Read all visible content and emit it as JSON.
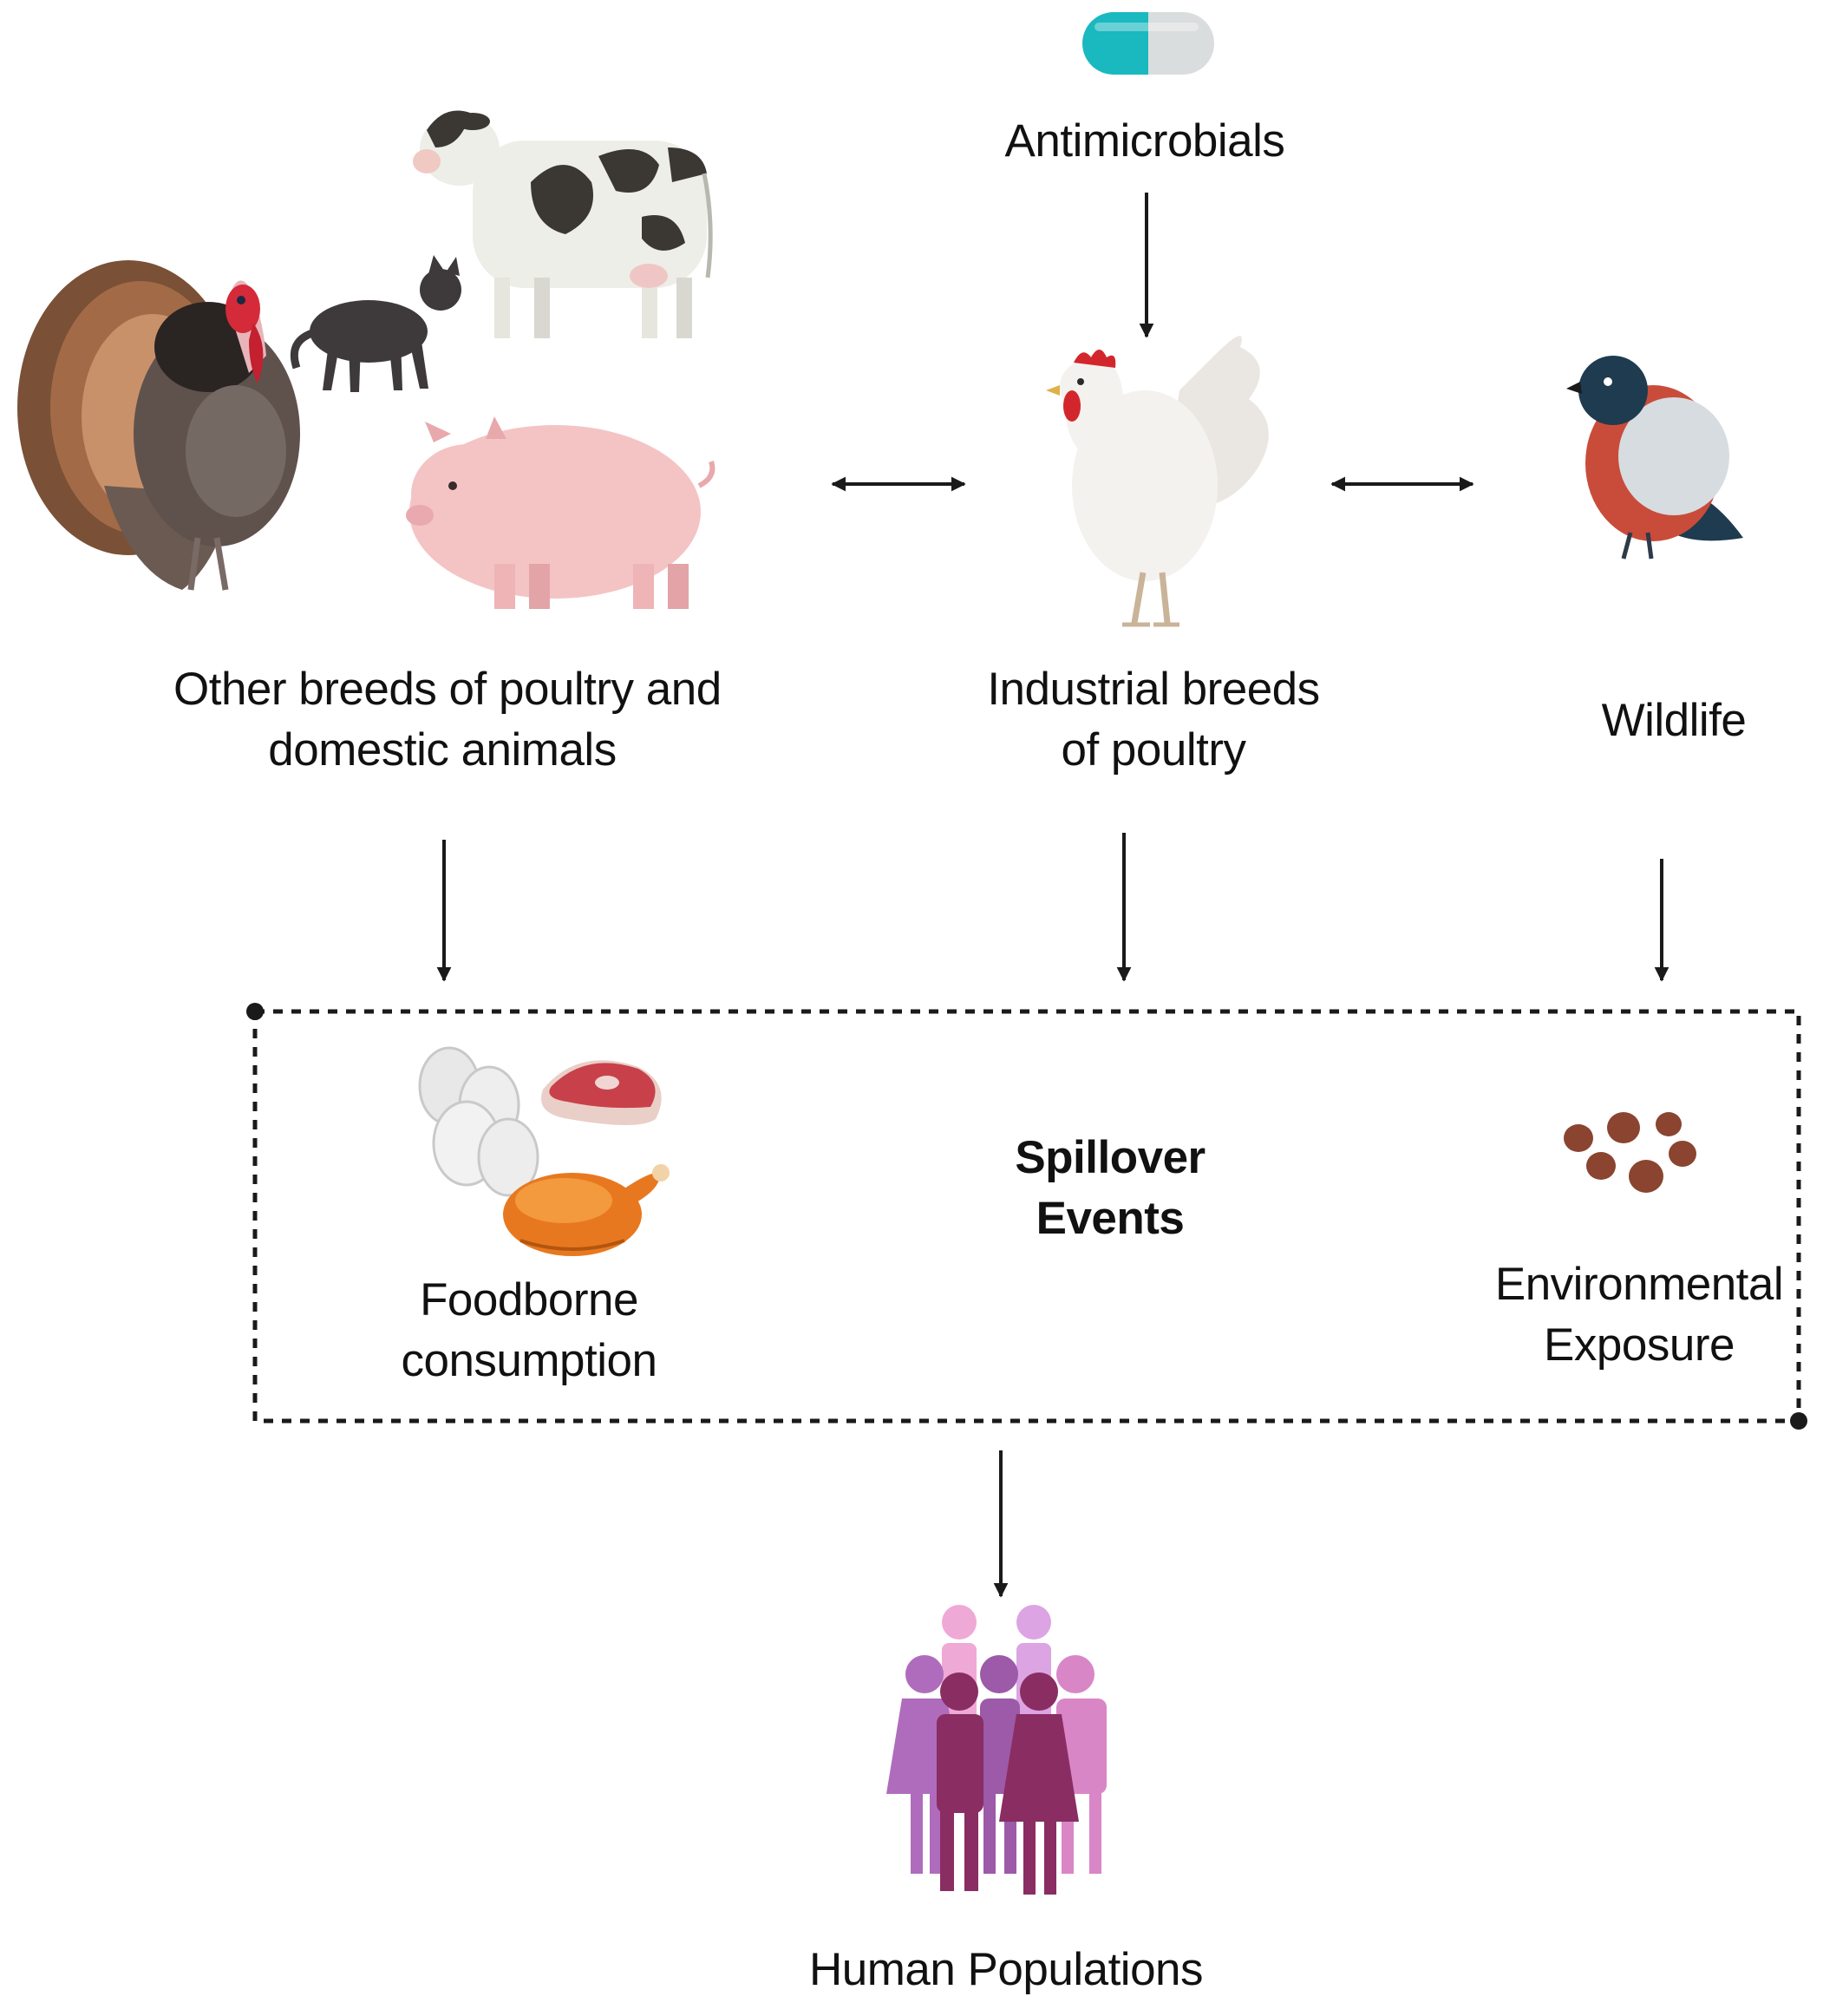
{
  "labels": {
    "antimicrobials": "Antimicrobials",
    "other_breeds": [
      "Other breeds of poultry and",
      "domestic animals"
    ],
    "industrial_breeds": [
      "Industrial breeds",
      "of poultry"
    ],
    "wildlife": "Wildlife",
    "spillover": [
      "Spillover",
      "Events"
    ],
    "foodborne": [
      "Foodborne",
      "consumption"
    ],
    "environmental": [
      "Environmental",
      "Exposure"
    ],
    "human_populations": "Human Populations"
  },
  "colors": {
    "arrow": "#1a1a1a",
    "capsule_left": "#1ab8bf",
    "capsule_right": "#d9dcdc",
    "people_pink": "#d78fc3",
    "people_purple": "#9c5aa8",
    "people_dark": "#8a2d62",
    "feces": "#8a4430"
  },
  "icons": {
    "antimicrobials": "capsule-icon",
    "other_breeds": [
      "turkey-icon",
      "cat-icon",
      "cow-icon",
      "pig-icon"
    ],
    "industrial_breeds": "chicken-icon",
    "wildlife": "bird-icon",
    "foodborne": [
      "eggs-icon",
      "meat-icon",
      "roast-chicken-icon"
    ],
    "environmental": "feces-icon",
    "human_populations": "people-group-icon"
  }
}
